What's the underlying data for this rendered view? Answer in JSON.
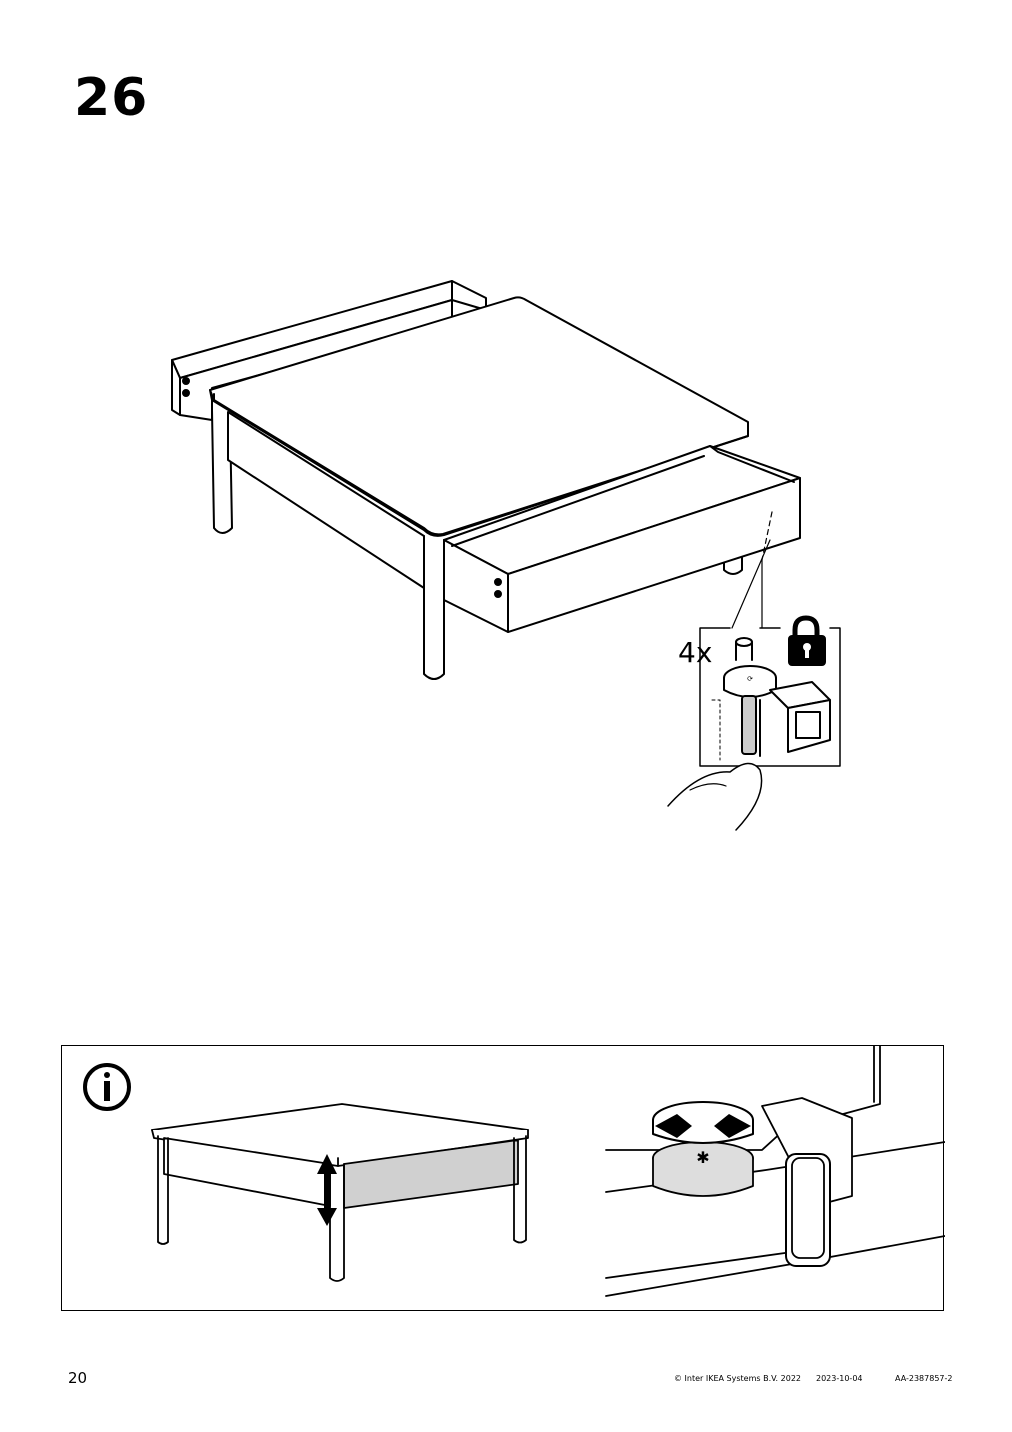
{
  "step": {
    "number": "26"
  },
  "detail": {
    "quantity": "4x"
  },
  "footer": {
    "page_number": "20",
    "copyright": "© Inter IKEA Systems B.V. 2022",
    "date": "2023-10-04",
    "document_code": "AA-2387857-2"
  },
  "icons": {
    "info": "info-icon",
    "lock": "padlock-icon",
    "adjust": "rotate-arrows-icon",
    "height": "double-arrow-icon"
  }
}
